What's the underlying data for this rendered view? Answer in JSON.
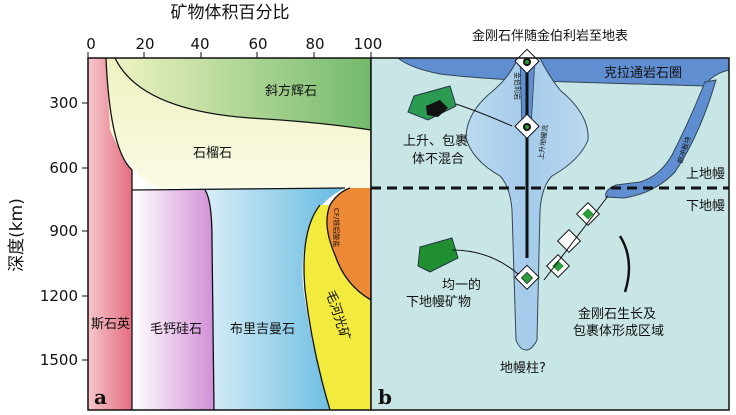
{
  "panel_a": {
    "top_axis_title": "矿物体积百分比",
    "x_ticks": [
      "0",
      "20",
      "40",
      "60",
      "80",
      "100"
    ],
    "left_axis_title": "深度(km)",
    "y_ticks": [
      "300",
      "600",
      "900",
      "1200",
      "1500"
    ],
    "minerals": {
      "pyroxene": "斜方辉石",
      "garnet": "石榴石",
      "stishovite": "斯石英",
      "ca_perovskite": "毛钙硅石",
      "bridgmanite": "布里吉曼石",
      "ferropericlase": "毛河光矿",
      "ca_ferrite": "CF/铁铝酸盐"
    },
    "panel_label": "a"
  },
  "panel_b": {
    "title": "金刚石伴随金伯利岩至地表",
    "craton_label": "克拉通岩石圈",
    "kimberlite_label": "金伯利岩",
    "upwelling_label": "上升地幔流",
    "subduction_label": "俯冲板块",
    "upper_mantle": "上地幔",
    "lower_mantle": "下地幔",
    "ascent_label": "上升、包裹\n体不混合",
    "homogeneous_label": "均一的\n下地幔矿物",
    "growth_zone_label": "金刚石生长及\n包裹体形成区域",
    "plume_label": "地幔柱?",
    "panel_label": "b"
  }
}
